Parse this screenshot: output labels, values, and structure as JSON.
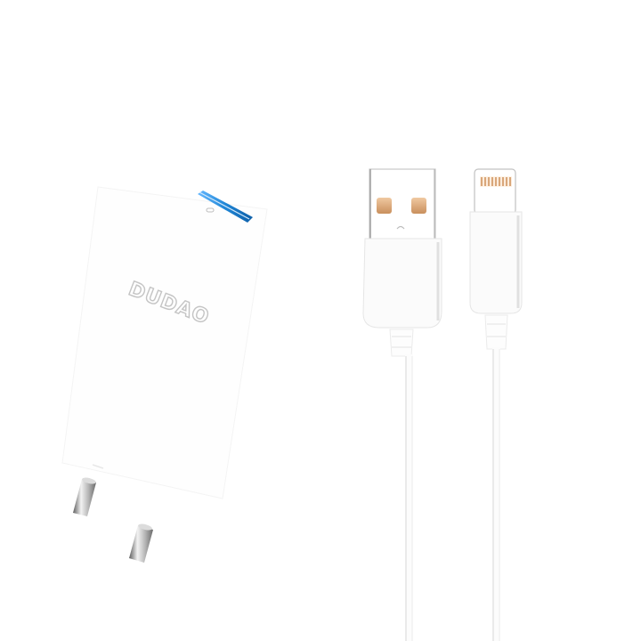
{
  "product": {
    "brand_logo": "DUDAO",
    "pieces": [
      "wall-charger",
      "usb-a-connector",
      "lightning-connector",
      "cable"
    ]
  },
  "colors": {
    "background": "#ffffff",
    "body": "#fafafa",
    "edge": "#e4e4e4",
    "accent_blue": "#1f86d6",
    "contacts_gold": "#d9a77a",
    "prong_metal": "#9a9a9a",
    "logo_gray": "#c8c8c8"
  },
  "icons": {
    "charger_led": "indicator-light-icon"
  }
}
